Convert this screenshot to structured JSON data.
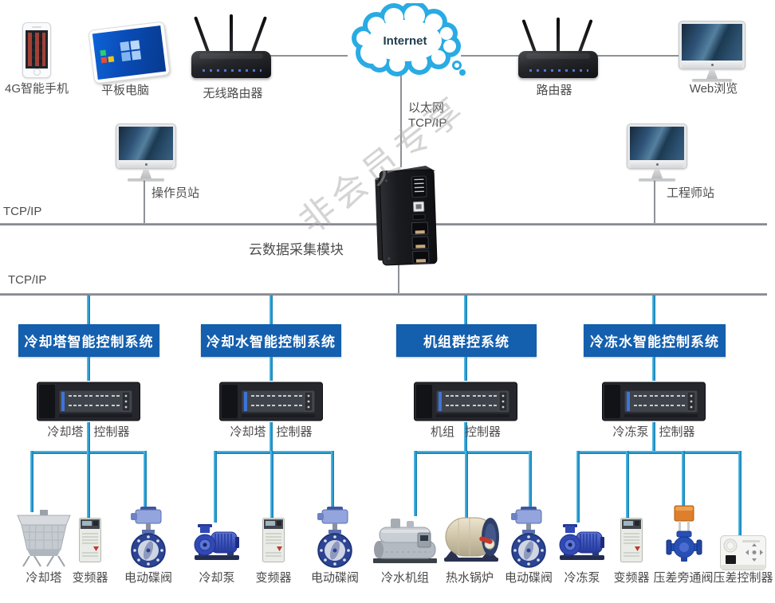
{
  "watermark": "非会员专享",
  "colors": {
    "banner_blue": "#145fae",
    "link_cyan": "#2d9fd4",
    "line_grey": "#8e9196",
    "label_text": "#4d4d4d",
    "cloud_blue": "#29abe3"
  },
  "icons": [
    "smartphone-icon",
    "tablet-icon",
    "wireless-router-icon",
    "internet-cloud-icon",
    "router-icon",
    "imac-icon",
    "gateway-module-icon",
    "plc-controller-icon",
    "cooling-tower-icon",
    "vfd-icon",
    "butterfly-valve-icon",
    "pump-icon",
    "chiller-icon",
    "boiler-icon",
    "bypass-valve-icon",
    "pressure-controller-icon"
  ],
  "top": {
    "phone_label": "4G智能手机",
    "tablet_label": "平板电脑",
    "wireless_router_label": "无线路由器",
    "internet_label": "Internet",
    "router_label": "路由器",
    "web_label": "Web浏览"
  },
  "network": {
    "ethernet_line1": "以太网",
    "ethernet_line2": "TCP/IP",
    "operator_label": "操作员站",
    "engineer_label": "工程师站",
    "tcpip_bus1": "TCP/IP",
    "tcpip_bus2": "TCP/IP",
    "module_label": "云数据采集模块"
  },
  "systems": [
    {
      "banner": "冷却塔智能控制系统",
      "controller_l": "冷却塔",
      "controller_r": "控制器",
      "devices": [
        {
          "type": "cooling-tower",
          "label": "冷却塔"
        },
        {
          "type": "vfd",
          "label": "变频器"
        },
        {
          "type": "butterfly-valve",
          "label": "电动碟阀"
        }
      ]
    },
    {
      "banner": "冷却水智能控制系统",
      "controller_l": "冷却塔",
      "controller_r": "控制器",
      "devices": [
        {
          "type": "pump",
          "label": "冷却泵"
        },
        {
          "type": "vfd",
          "label": "变频器"
        },
        {
          "type": "butterfly-valve",
          "label": "电动碟阀"
        }
      ]
    },
    {
      "banner": "机组群控系统",
      "controller_l": "机组",
      "controller_r": "控制器",
      "devices": [
        {
          "type": "chiller",
          "label": "冷水机组"
        },
        {
          "type": "boiler",
          "label": "热水锅炉"
        },
        {
          "type": "butterfly-valve",
          "label": "电动碟阀"
        }
      ]
    },
    {
      "banner": "冷冻水智能控制系统",
      "controller_l": "冷冻泵",
      "controller_r": "控制器",
      "devices": [
        {
          "type": "pump",
          "label": "冷冻泵"
        },
        {
          "type": "vfd",
          "label": "变频器"
        },
        {
          "type": "bypass-valve",
          "label": "压差旁通阀"
        },
        {
          "type": "pressure-controller",
          "label": "压差控制器"
        }
      ]
    }
  ]
}
